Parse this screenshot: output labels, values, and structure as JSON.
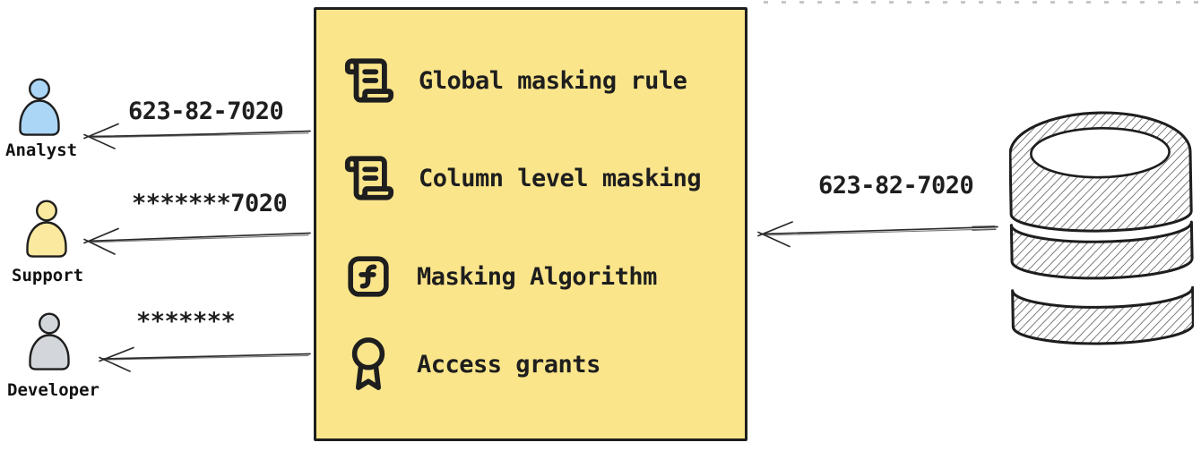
{
  "diagram": {
    "title_hint": "data masking flow",
    "rule_box": {
      "items": [
        {
          "icon": "scroll-text",
          "label": "Global masking rule"
        },
        {
          "icon": "scroll-text",
          "label": "Column level masking"
        },
        {
          "icon": "function-square",
          "label": "Masking Algorithm"
        },
        {
          "icon": "award",
          "label": "Access grants"
        }
      ],
      "bg_color": "#FBE58B",
      "stroke_color": "#1e1e1e"
    },
    "users": [
      {
        "name": "Analyst",
        "received_value": "623-82-7020",
        "color": "#ABD6F6"
      },
      {
        "name": "Support",
        "received_value": "*******7020",
        "color": "#FCE9A0"
      },
      {
        "name": "Developer",
        "received_value": "*******",
        "color": "#D3D7DB"
      }
    ],
    "database": {
      "sent_value": "623-82-7020"
    },
    "colors": {
      "ink": "#1e1e1e",
      "hatch": "#555555",
      "dashed_frame": "#b3b3b3"
    }
  }
}
